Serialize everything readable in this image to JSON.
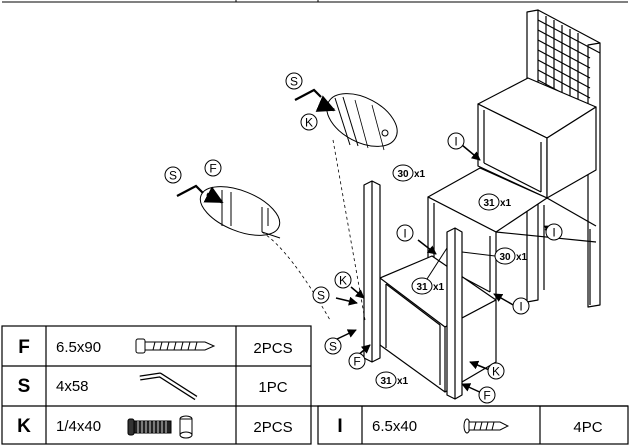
{
  "callouts": {
    "s_top": "S",
    "k_top": "K",
    "s_left": "S",
    "f_left": "F",
    "c30_top": "30",
    "c30_top_qty": "x1",
    "c31_mid": "31",
    "c31_mid_qty": "x1",
    "i_top": "I",
    "i_mid_left": "I",
    "i_mid_right": "I",
    "c30_mid": "30",
    "c30_mid_qty": "x1",
    "k_low": "K",
    "s_low": "S",
    "c31_low": "31",
    "c31_low_qty": "x1",
    "i_low": "I",
    "s_bottom": "S",
    "f_bottom": "F",
    "c31_bottom": "31",
    "c31_bottom_qty": "x1",
    "k_right": "K",
    "f_right": "F"
  },
  "parts_table": [
    {
      "letter": "F",
      "size": "6.5x90",
      "icon": "long-screw-icon",
      "qty": "2PCS"
    },
    {
      "letter": "S",
      "size": "4x58",
      "icon": "allen-key-icon",
      "qty": "1PC"
    },
    {
      "letter": "K",
      "size": "1/4x40",
      "icon": "bolt-and-barrel-nut-icon",
      "qty": "2PCS"
    },
    {
      "letter": "I",
      "size": "6.5x40",
      "icon": "short-screw-icon",
      "qty": "4PC"
    }
  ]
}
